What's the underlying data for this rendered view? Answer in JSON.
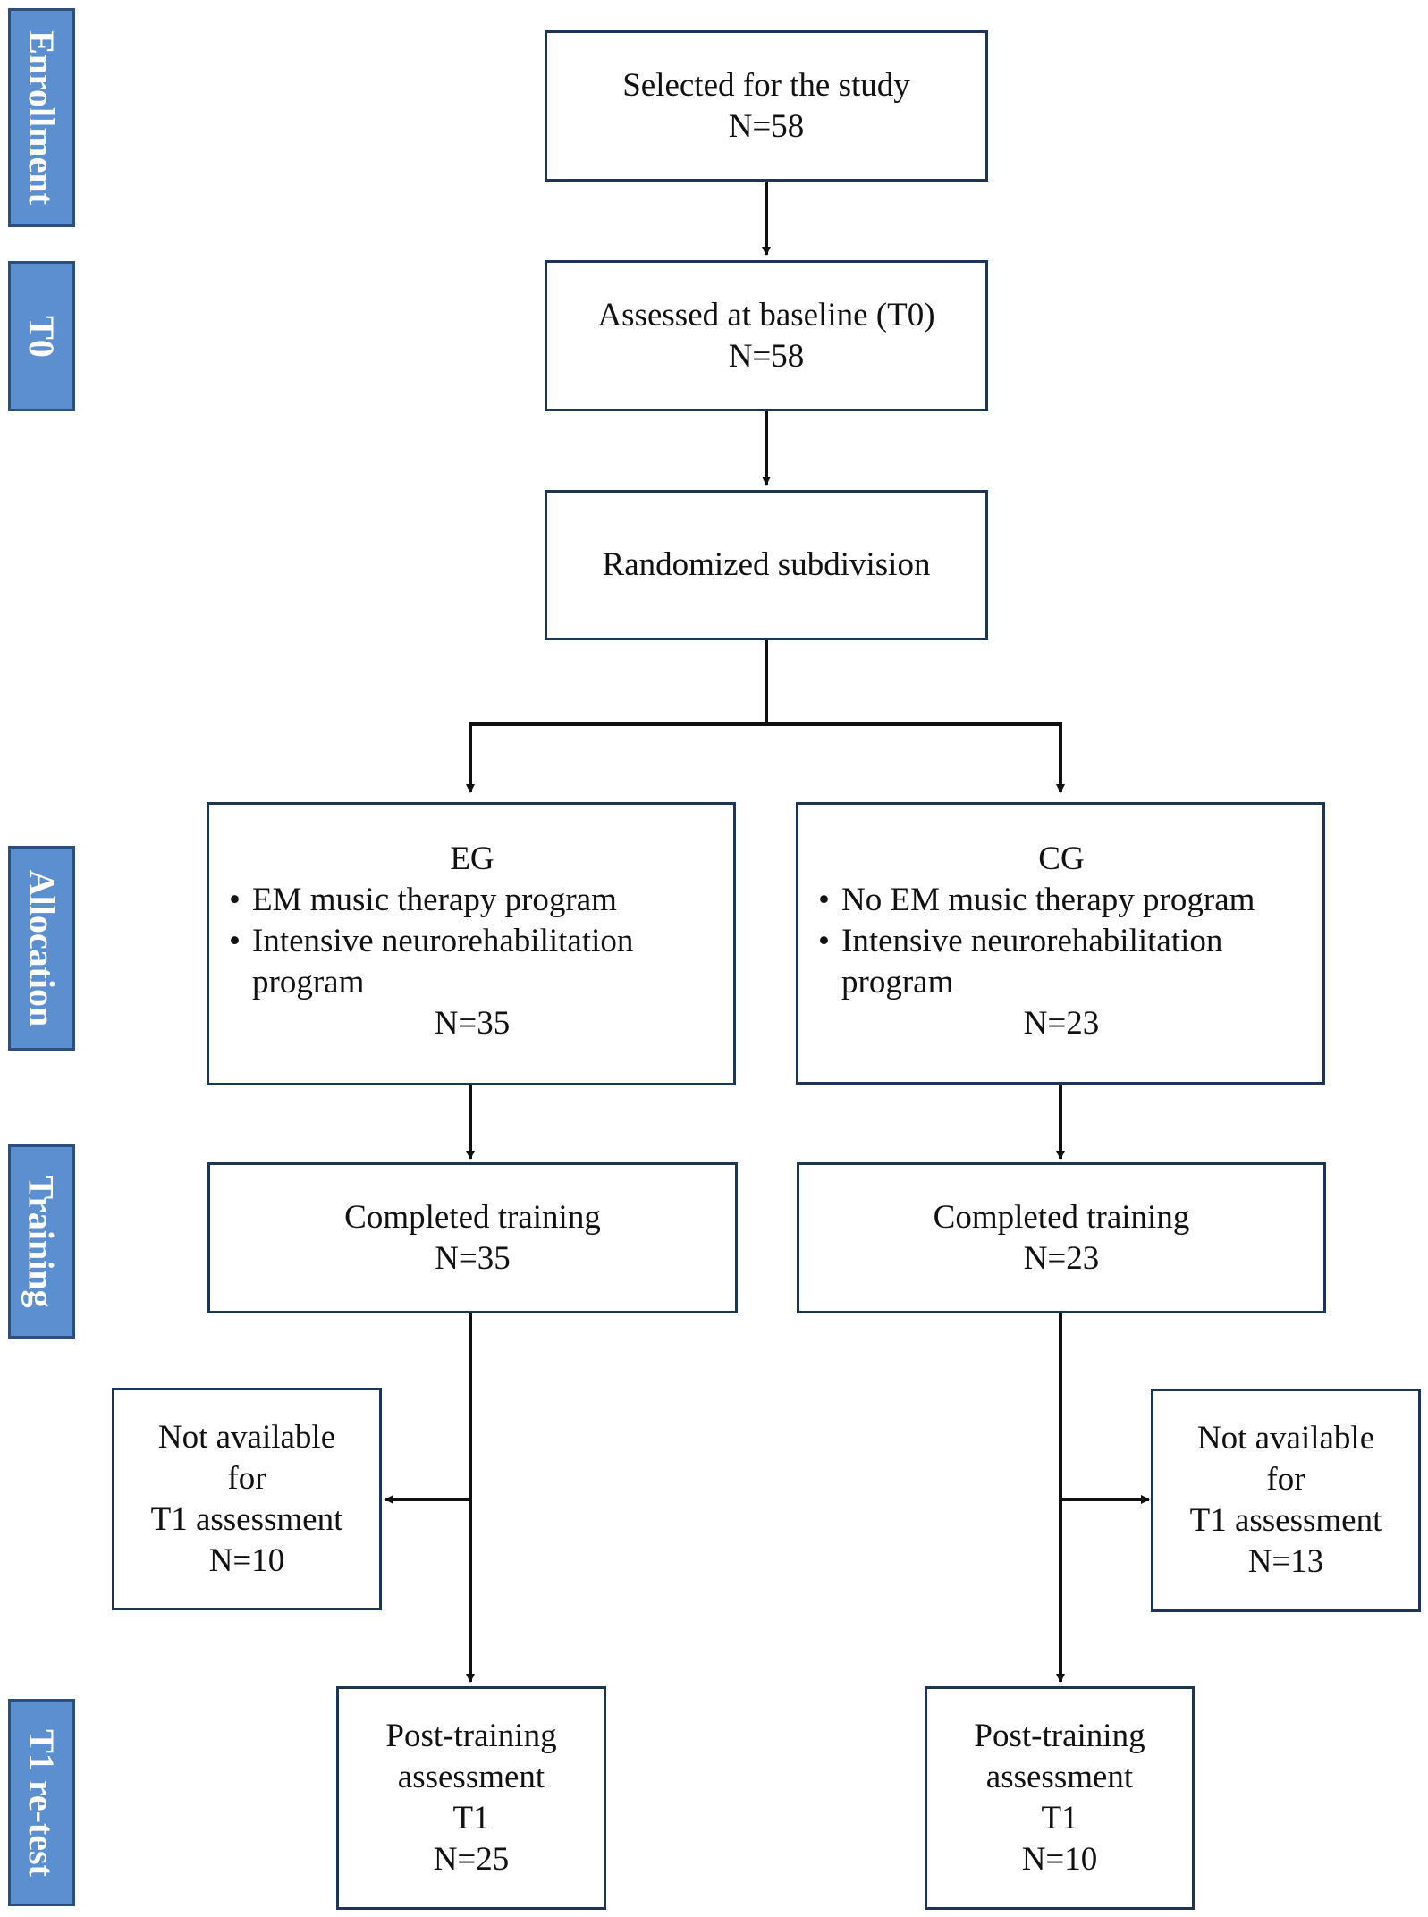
{
  "stages": {
    "enrollment": "Enrollment",
    "t0": "T0",
    "allocation": "Allocation",
    "training": "Training",
    "t1": "T1 re-test"
  },
  "selected": {
    "line1": "Selected for the study",
    "n": "N=58"
  },
  "baseline": {
    "line1": "Assessed at baseline (T0)",
    "n": "N=58"
  },
  "randomized": {
    "label": "Randomized subdivision"
  },
  "eg": {
    "title": "EG",
    "bullet1": "EM music therapy program",
    "bullet2": "Intensive neurorehabilitation program",
    "n": "N=35"
  },
  "cg": {
    "title": "CG",
    "bullet1": "No EM music therapy program",
    "bullet2": "Intensive neurorehabilitation program",
    "n": "N=23"
  },
  "eg_training": {
    "line1": "Completed training",
    "n": "N=35"
  },
  "cg_training": {
    "line1": "Completed training",
    "n": "N=23"
  },
  "eg_unavailable": {
    "line1": "Not available",
    "line2": "for",
    "line3": "T1 assessment",
    "n": "N=10"
  },
  "cg_unavailable": {
    "line1": "Not available",
    "line2": "for",
    "line3": "T1 assessment",
    "n": "N=13"
  },
  "eg_post": {
    "line1": "Post-training",
    "line2": "assessment",
    "line3": "T1",
    "n": "N=25"
  },
  "cg_post": {
    "line1": "Post-training",
    "line2": "assessment",
    "line3": "T1",
    "n": "N=10"
  },
  "colors": {
    "stage_fill": "#5b8fd0",
    "stage_border": "#2d4f7d",
    "box_border": "#1d3557",
    "arrow": "#111111"
  }
}
